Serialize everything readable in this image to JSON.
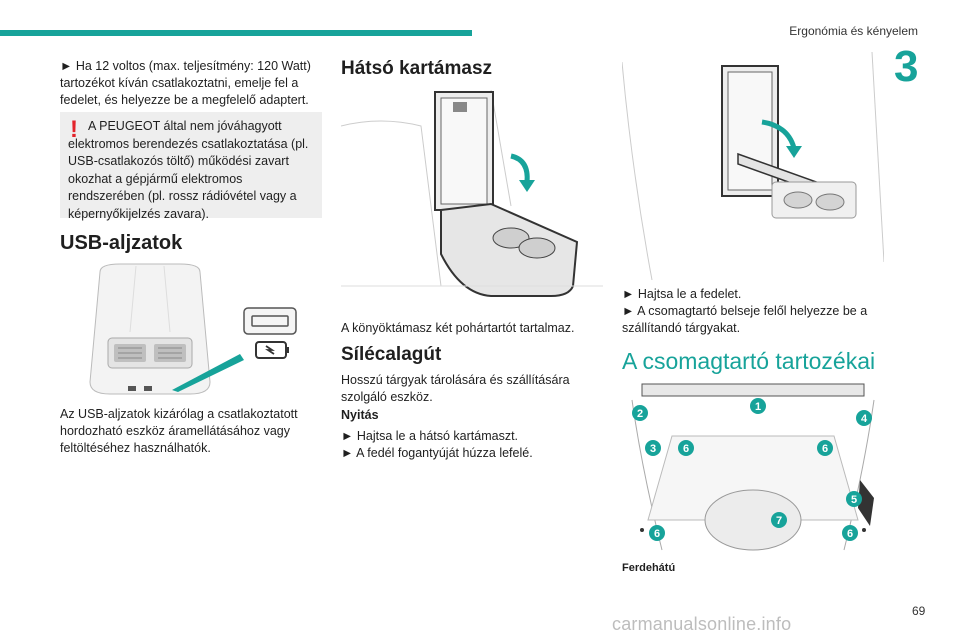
{
  "header": {
    "section_label": "Ergonómia és kényelem",
    "chapter_number": "3"
  },
  "col1": {
    "intro_bullet": "► Ha 12 voltos (max. teljesítmény: 120 Watt) tartozékot kíván csatlakoztatni, emelje fel a fedelet, és helyezze be a megfelelő adaptert.",
    "warning_mark": "!",
    "warning_text": "A PEUGEOT által nem jóváhagyott elektromos berendezés csatlakoztatása (pl. USB-csatlakozós töltő) működési zavart okozhat a gépjármű elektromos rendszerében (pl. rossz rádióvétel vagy a képernyőkijelzés zavara).",
    "usb_heading": "USB-aljzatok",
    "usb_caption": "Az USB-aljzatok kizárólag a csatlakoztatott hordozható eszköz áramellátásához vagy feltöltéséhez használhatók."
  },
  "col2": {
    "rear_heading": "Hátsó kartámasz",
    "armrest_caption": "A könyöktámasz két pohártartót tartalmaz.",
    "ski_heading": "Sílécalagút",
    "ski_text": "Hosszú tárgyak tárolására és szállítására szolgáló eszköz.",
    "open_heading": "Nyitás",
    "open_steps": [
      "► Hajtsa le a hátsó kartámaszt.",
      "► A fedél fogantyúját húzza lefelé."
    ]
  },
  "col3": {
    "trunk_steps": [
      "► Hajtsa le a fedelet.",
      "► A csomagtartó belseje felől helyezze be a szállítandó tárgyakat."
    ],
    "accessories_heading": "A csomagtartó tartozékai",
    "accessories_caption": "Ferdehátú",
    "markers": [
      "1",
      "2",
      "3",
      "4",
      "5",
      "6",
      "6",
      "6",
      "6",
      "7"
    ]
  },
  "footer": {
    "page_number": "69",
    "watermark": "carmanualsonline.info"
  },
  "colors": {
    "accent": "#17a39a",
    "warning": "#e3242b",
    "warning_bg": "#eeeeee"
  }
}
